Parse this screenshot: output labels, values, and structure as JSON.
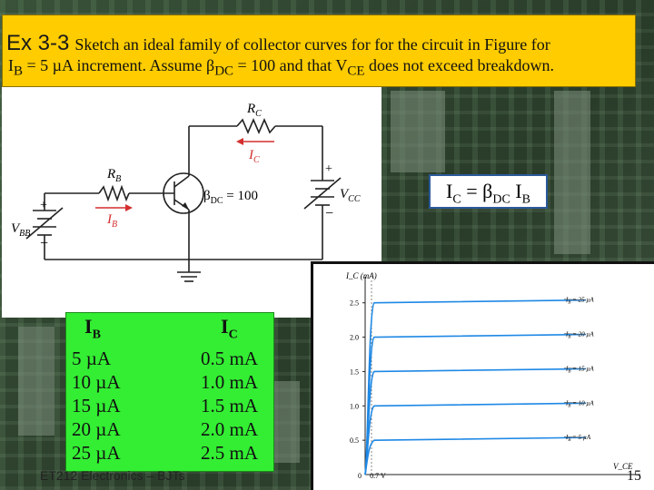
{
  "title": {
    "example": "Ex 3-3",
    "line1": "Sketch an ideal family of collector curves for for the circuit in Figure for",
    "line2_pre": "I",
    "line2_sub": "B",
    "line2_post": " = 5 µA increment. Assume β",
    "line2_sub2": "DC",
    "line2_post2": " = 100 and that V",
    "line2_sub3": "CE",
    "line2_post3": " does not exceed breakdown."
  },
  "circuit": {
    "rc": "R",
    "rc_sub": "C",
    "ic": "I",
    "ic_sub": "C",
    "rb": "R",
    "rb_sub": "B",
    "ib": "I",
    "ib_sub": "B",
    "beta": "β",
    "beta_sub": "DC",
    "beta_val": " = 100",
    "vbb": "V",
    "vbb_sub": "BB",
    "vcc": "V",
    "vcc_sub": "CC",
    "plus": "+",
    "minus": "−"
  },
  "formula": {
    "lhs": "I",
    "lhs_sub": "C",
    "eq": " = β",
    "beta_sub": "DC",
    "rhs": " I",
    "rhs_sub": "B"
  },
  "table": {
    "ib_header": "I",
    "ib_header_sub": "B",
    "ic_header": "I",
    "ic_header_sub": "C",
    "ib_values": [
      "5 µA",
      "10 µA",
      "15 µA",
      "20 µA",
      "25 µA"
    ],
    "ic_values": [
      "0.5 mA",
      "1.0 mA",
      "1.5 mA",
      "2.0 mA",
      "2.5 mA"
    ]
  },
  "footer": "ET212 Electronics – BJTs",
  "page_number": "15",
  "chart_data": {
    "type": "line",
    "ylabel": "I_C (mA)",
    "xlabel": "V_CE",
    "y_ticks": [
      "0.5",
      "1.0",
      "1.5",
      "2.0",
      "2.5"
    ],
    "x_ticks": [
      "0",
      "0.7 V"
    ],
    "ylim": [
      0,
      2.8
    ],
    "series": [
      {
        "name": "I_B = 25 µA",
        "ic": 2.5,
        "label": "I",
        "sub": "B",
        "val": " = 25 µA"
      },
      {
        "name": "I_B = 20 µA",
        "ic": 2.0,
        "label": "I",
        "sub": "B",
        "val": " = 20 µA"
      },
      {
        "name": "I_B = 15 µA",
        "ic": 1.5,
        "label": "I",
        "sub": "B",
        "val": " = 15 µA"
      },
      {
        "name": "I_B = 10 µA",
        "ic": 1.0,
        "label": "I",
        "sub": "B",
        "val": " = 10 µA"
      },
      {
        "name": "I_B = 5 µA",
        "ic": 0.5,
        "label": "I",
        "sub": "B",
        "val": " = 5 µA"
      }
    ],
    "curve_color": "#1e88e5"
  }
}
